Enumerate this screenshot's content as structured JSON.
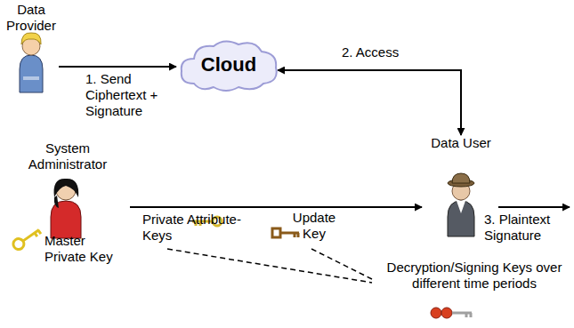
{
  "diagram": {
    "nodes": [
      {
        "text": [
          "Data Provider"
        ]
      },
      {
        "text": [
          "Cloud"
        ]
      },
      {
        "text": [
          "Data User"
        ]
      },
      {
        "text": [
          "System Administrator",
          "Master Private Key"
        ]
      },
      {
        "text": [
          "Decryption/Signing Keys over different time periods"
        ]
      }
    ],
    "edges": [
      {
        "from": 0,
        "to": 1,
        "label": "1. Send Ciphertext + Signature",
        "arrow": "to"
      },
      {
        "from": 2,
        "to": 1,
        "label": "2. Access",
        "arrow": "both"
      },
      {
        "from": 3,
        "to": 2,
        "arrow": "to"
      }
    ],
    "labels": [
      "Private Attribute-Keys",
      "Update Key",
      "3. Plaintext Signature"
    ]
  }
}
